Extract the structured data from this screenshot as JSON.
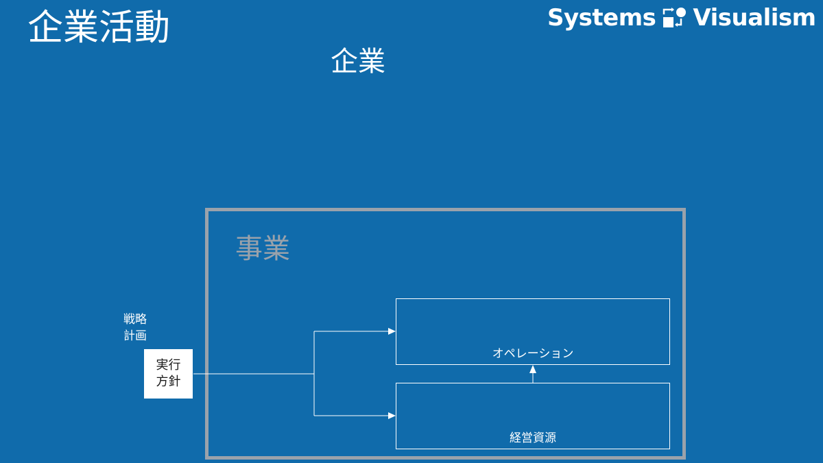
{
  "slide": {
    "title": "企業活動"
  },
  "logo": {
    "left_text": "Systems",
    "right_text": "Visualism"
  },
  "diagram": {
    "enterprise_label": "企業",
    "business_label": "事業",
    "strategy_label_line1": "戦略",
    "strategy_label_line2": "計画",
    "policy_line1": "実行",
    "policy_line2": "方針",
    "operation_label": "オペレーション",
    "resources_label": "経営資源"
  },
  "colors": {
    "background": "#106bab",
    "frame": "#9aa2ab",
    "line": "#ffffff",
    "policy_box": "#ffffff"
  }
}
